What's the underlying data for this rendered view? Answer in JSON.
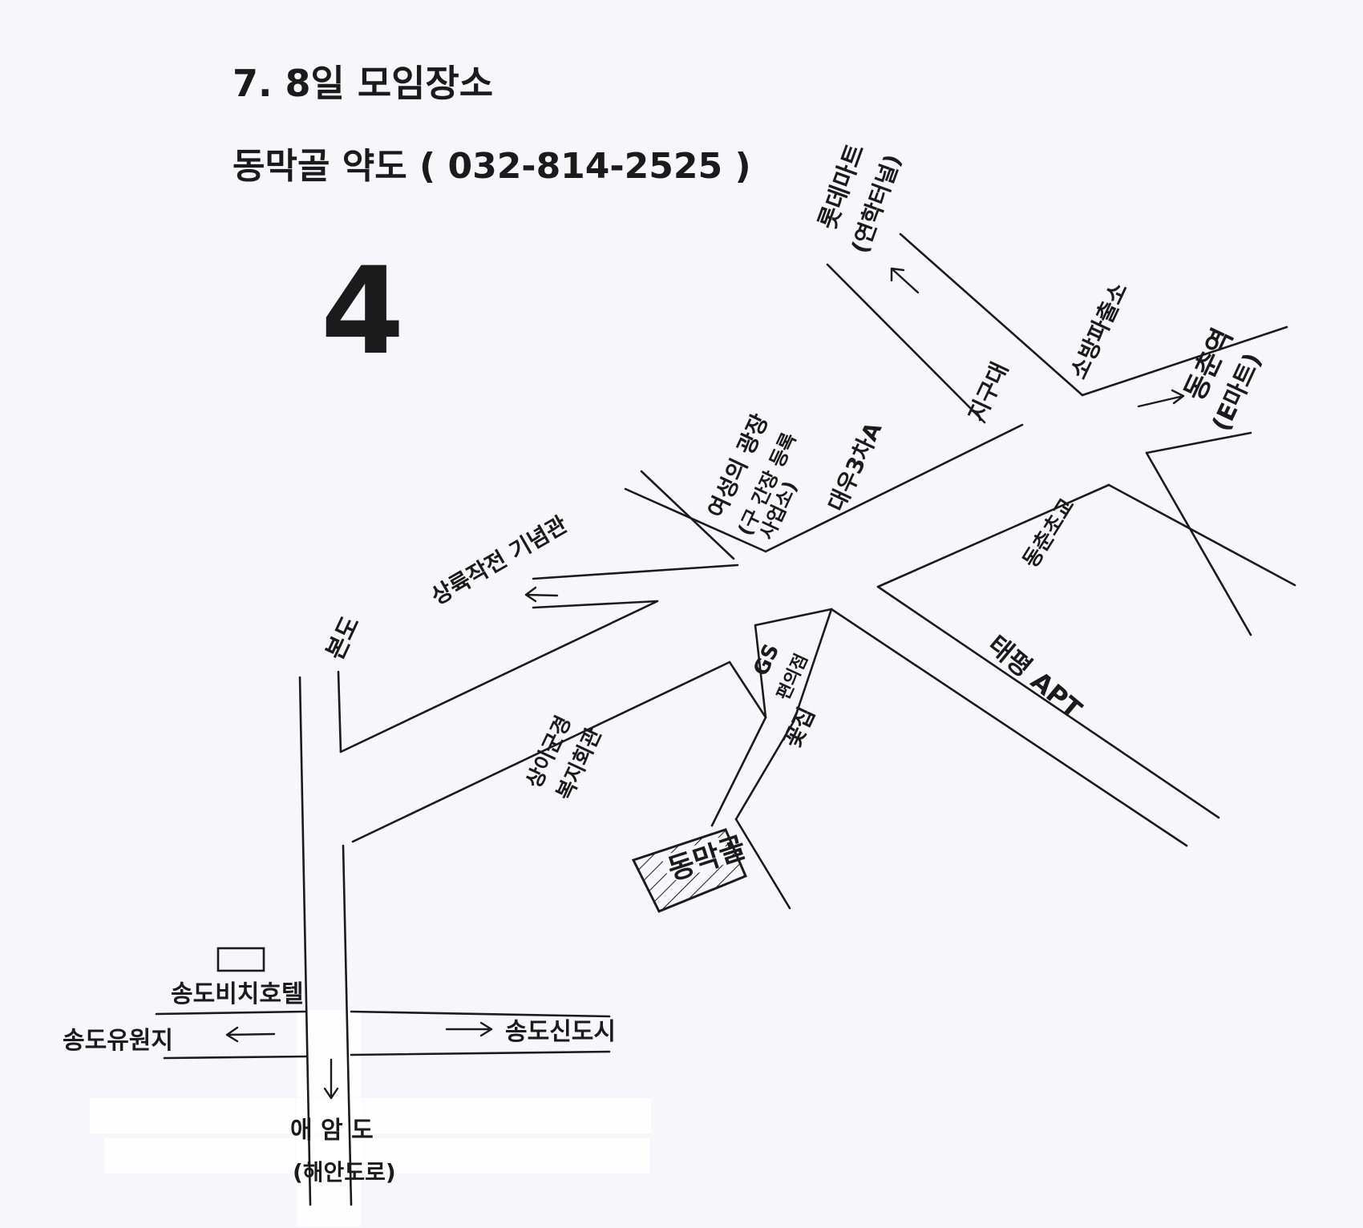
{
  "header": {
    "date_title": "7. 8일 모임장소",
    "venue_line": "동막골 약도 ( 032-814-2525 )",
    "page_number": "4"
  },
  "labels": {
    "lotte_mart": "롯데마트",
    "lotte_sub": "(연학터널)",
    "fire_station": "소방파출소",
    "dongchun_station": "동춘역",
    "dongchun_sub": "(E마트)",
    "jigudae": "지구대",
    "women_hall_1": "여성의 광장",
    "women_hall_2": "(구 간장 등록",
    "women_hall_3": "사업소)",
    "daewoo_apt": "대우3차A",
    "memorial": "상륙작전 기념관",
    "bondo": "본도",
    "dongchun_elem": "동춘초교",
    "gs": "GS",
    "convenience": "편의점",
    "flower_shop": "꽃집",
    "taepyeong_apt": "태평 APT",
    "sangil_1": "상이군경",
    "sangil_2": "복지회관",
    "restaurant": "동막골",
    "beach_hotel": "송도비치호텔",
    "amusement_park": "송도유원지",
    "new_city": "송도신도시",
    "coast_1": "애 암 도",
    "coast_2": "(해안도로)"
  },
  "icons": {
    "direction_arrows": "arrow-icon",
    "destination_box": "hatched-building-icon",
    "hotel_box": "building-icon"
  },
  "colors": {
    "paper": "#f7f7fb",
    "ink": "#1b1b1b"
  }
}
